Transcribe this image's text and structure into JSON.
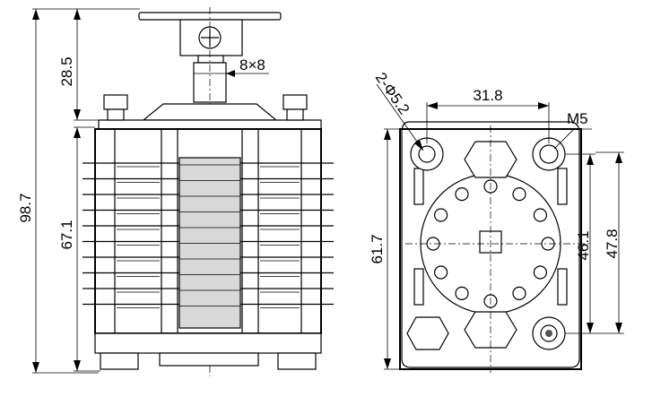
{
  "front_view": {
    "dim_total_height": "98.7",
    "dim_shaft_height": "28.5",
    "dim_shaft_section": "8×8",
    "dim_body_height": "67.1"
  },
  "bottom_view": {
    "dim_hole_spacing": "31.8",
    "dim_holes_label": "2-Φ5.2",
    "dim_thread": "M5",
    "dim_body_width": "61.7",
    "dim_hole_vertical": "46.1",
    "dim_outer_vertical": "47.8"
  }
}
